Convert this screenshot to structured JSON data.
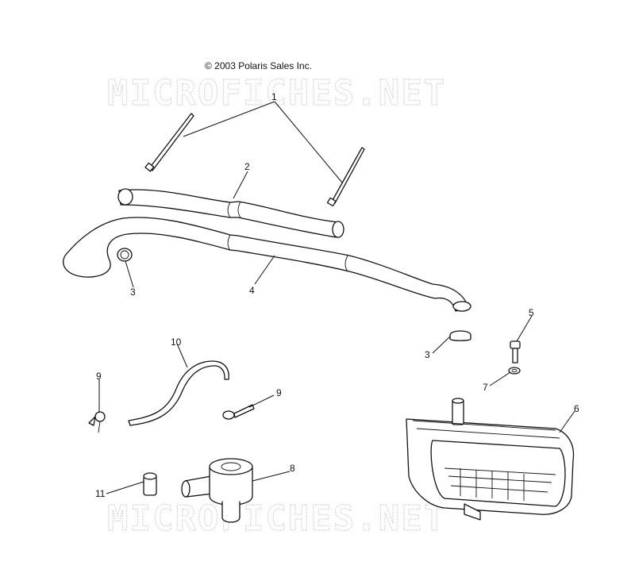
{
  "copyright": "© 2003 Polaris Sales Inc.",
  "watermark": "MICROFICHES.NET",
  "callouts": [
    "1",
    "2",
    "3",
    "4",
    "3",
    "5",
    "7",
    "6",
    "10",
    "9",
    "9",
    "8",
    "11"
  ]
}
